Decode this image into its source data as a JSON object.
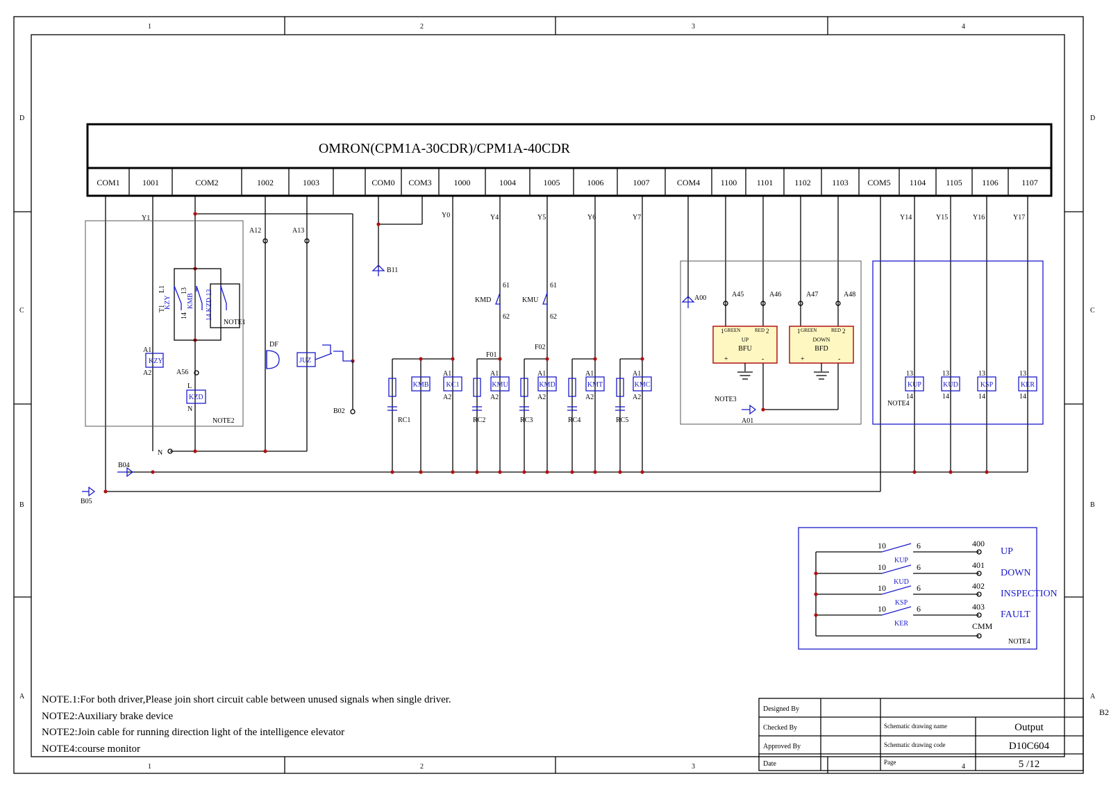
{
  "frame": {
    "columns": [
      "1",
      "2",
      "3",
      "4"
    ],
    "rows": [
      "D",
      "C",
      "B",
      "A"
    ]
  },
  "plc": {
    "title": "OMRON(CPM1A-30CDR)/CPM1A-40CDR",
    "terminals": [
      "COM1",
      "1001",
      "COM2",
      "1002",
      "1003",
      "",
      "COM0",
      "COM3",
      "1000",
      "1004",
      "1005",
      "1006",
      "1007",
      "COM4",
      "1100",
      "1101",
      "1102",
      "1103",
      "COM5",
      "1104",
      "1105",
      "1106",
      "1107"
    ]
  },
  "wires": {
    "y1": "Y1",
    "y0": "Y0",
    "y4": "Y4",
    "y5": "Y5",
    "y6": "Y6",
    "y7": "Y7",
    "y14": "Y14",
    "y15": "Y15",
    "y16": "Y16",
    "y17": "Y17",
    "a12": "A12",
    "a13": "A13",
    "a56": "A56",
    "b11": "B11",
    "b02": "B02",
    "b04": "B04",
    "b05": "B05",
    "n": "N",
    "f01": "F01",
    "f02": "F02",
    "a00": "A00",
    "a01": "A01",
    "a45": "A45",
    "a46": "A46",
    "a47": "A47",
    "a48": "A48"
  },
  "brake_group": {
    "kzy": "KZY",
    "kzd": "KZD",
    "l": "L",
    "n": "N",
    "a1": "A1",
    "a2": "A2",
    "l1": "L1",
    "t1": "T1",
    "kzy_contact": "KZY",
    "c13": "13",
    "c14": "14",
    "kmb_contact": "KMB",
    "kzd_contact": "14 KZD 13",
    "note1_tag": "NOTE1",
    "note2_tag": "NOTE2"
  },
  "df_label": "DF",
  "juz_label": "JUZ",
  "output_coils": [
    {
      "label": "KMB",
      "rc": "RC1"
    },
    {
      "label": "KC1",
      "rc": ""
    },
    {
      "label": "KMU",
      "rc": "RC2"
    },
    {
      "label": "KMD",
      "rc": "RC3"
    },
    {
      "label": "KMT",
      "rc": "RC4"
    },
    {
      "label": "KMC",
      "rc": "RC5"
    }
  ],
  "interlocks": [
    {
      "label": "KMD",
      "top": "61",
      "bottom": "62"
    },
    {
      "label": "KMU",
      "top": "61",
      "bottom": "62"
    }
  ],
  "lights": [
    {
      "left": "GREEN",
      "right": "RED",
      "dir": "UP",
      "name": "BFU",
      "p1": "1",
      "p2": "2",
      "plus": "+",
      "minus": "-"
    },
    {
      "left": "GREEN",
      "right": "RED",
      "dir": "DOWN",
      "name": "BFD",
      "p1": "1",
      "p2": "2",
      "plus": "+",
      "minus": "-"
    }
  ],
  "note3_tag": "NOTE3",
  "monitor_relays": [
    {
      "label": "KUP",
      "top": "13",
      "bottom": "14"
    },
    {
      "label": "KUD",
      "top": "13",
      "bottom": "14"
    },
    {
      "label": "KSP",
      "top": "13",
      "bottom": "14"
    },
    {
      "label": "KER",
      "top": "13",
      "bottom": "14"
    }
  ],
  "note4_tag": "NOTE4",
  "monitor_box": {
    "rows": [
      {
        "left": "10",
        "right": "6",
        "relay": "KUP",
        "terminal": "400",
        "signal": "UP"
      },
      {
        "left": "10",
        "right": "6",
        "relay": "KUD",
        "terminal": "401",
        "signal": "DOWN"
      },
      {
        "left": "10",
        "right": "6",
        "relay": "KSP",
        "terminal": "402",
        "signal": "INSPECTION"
      },
      {
        "left": "10",
        "right": "6",
        "relay": "KER",
        "terminal": "403",
        "signal": "FAULT"
      }
    ],
    "common": "CMM",
    "tag": "NOTE4"
  },
  "notes": [
    "NOTE.1:For both driver,Please join short circuit cable between unused signals when single driver.",
    "NOTE2:Auxiliary brake device",
    "NOTE2:Join cable for running direction light of the intelligence elevator",
    "NOTE4:course monitor"
  ],
  "title_block": {
    "designed_by": "Designed By",
    "checked_by": "Checked  By",
    "approved_by": "Approved By",
    "date": "Date",
    "name_label": "Schematic drawing name",
    "name_value": "Output",
    "code_label": "Schematic drawing code",
    "code_value": "D10C604",
    "page_label": "Page",
    "page_value": "5 /12",
    "side_mark": "B2"
  },
  "colors": {
    "line": "#000000",
    "accent": "#1a1acc",
    "junction": "#b01010",
    "lamp_fill": "#fff7c2"
  }
}
